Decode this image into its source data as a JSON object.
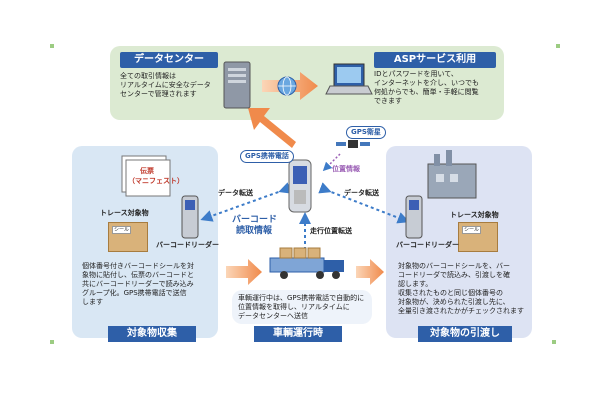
{
  "data_center": {
    "title": "データセンター",
    "text": "全ての取引情報は\nリアルタイムに安全なデータ\nセンターで管理されます"
  },
  "asp": {
    "title": "ASPサービス利用",
    "text": "IDとパスワードを用いて、\nインターネットを介し、いつでも\n何処からでも、簡単・手軽に閲覧\nできます"
  },
  "left_panel": {
    "doc_title": "伝票",
    "doc_subtitle": "（マニフェスト）",
    "trace_label": "トレース対象物",
    "box_seal": "シール",
    "reader_label": "バーコードリーダー",
    "text": "個体番号付きバーコードシールを対\n象物に貼付し、伝票のバーコードと\n共にバーコードリーダーで読み込み\nグループ化。GPS携帯電話で送信\nします",
    "tab": "対象物収集"
  },
  "right_panel": {
    "trace_label": "トレース対象物",
    "box_seal": "シール",
    "reader_label": "バーコードリーダー",
    "text": "対象物のバーコードシールを、バー\nコードリーダで読込み、引渡しを確\n認します。\n収集されたものと同じ個体番号の\n対象物が、決められた引渡し先に、\n全量引き渡されたかがチェックされます",
    "tab": "対象物の引渡し"
  },
  "center": {
    "gps_phone": "GPS携帯電話",
    "gps_sat": "GPS衛星",
    "position_info": "位置情報",
    "data_left": "データ転送",
    "data_right": "データ転送",
    "barcode_info_1": "バーコード",
    "barcode_info_2": "読取情報",
    "travel_pos": "走行位置転送",
    "truck_text": "車輌運行中は、GPS携帯電話で自動的に\n位置情報を取得し、リアルタイムに\nデータセンターへ送信",
    "tab": "車輌運行時"
  },
  "colors": {
    "navy": "#2e5fa8",
    "top_panel": "#dcead2",
    "side_panel": "#d9e7f4",
    "right_panel": "#dde3f3",
    "orange": "#f08a4b",
    "blue_arrow": "#3d7cc9"
  }
}
